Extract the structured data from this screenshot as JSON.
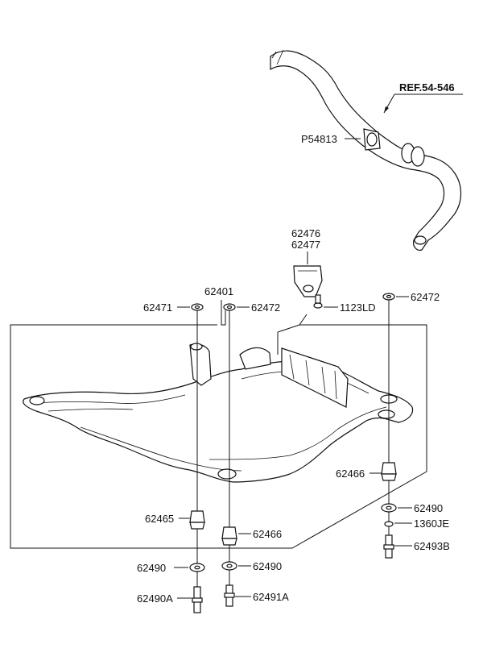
{
  "reference": "REF.54-546",
  "labels": {
    "p54813": "P54813",
    "p62476": "62476",
    "p62477": "62477",
    "p62401": "62401",
    "p62471": "62471",
    "p62472_left": "62472",
    "p62472_right": "62472",
    "p1123ld": "1123LD",
    "p62466_right": "62466",
    "p62490_right": "62490",
    "p1360je": "1360JE",
    "p62493b": "62493B",
    "p62465": "62465",
    "p62466_left": "62466",
    "p62490_left": "62490",
    "p62490_mid": "62490",
    "p62490a": "62490A",
    "p62491a": "62491A"
  }
}
